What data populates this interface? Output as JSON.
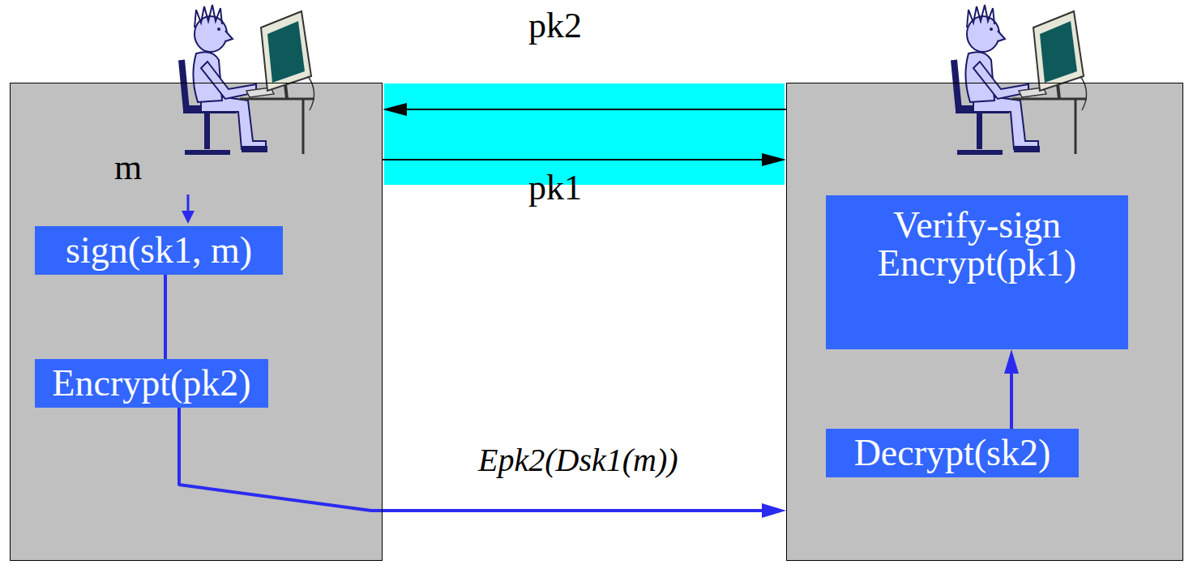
{
  "diagram": {
    "nodes": [
      {
        "text": [
          "m"
        ]
      },
      {
        "text": [
          "sign(sk1, m)"
        ],
        "in": 0
      },
      {
        "text": [
          "Encrypt(pk2)"
        ],
        "in": 0
      },
      {
        "text": []
      },
      {
        "text": [
          "Verify-sign Encrypt(pk1)"
        ],
        "in": 3
      },
      {
        "text": [
          "Decrypt(sk2)"
        ],
        "in": 3
      }
    ],
    "edges": [
      {
        "from": 3,
        "to": 0,
        "arrow": "to",
        "label": "pk2"
      },
      {
        "from": 0,
        "to": 3,
        "arrow": "to",
        "label": "pk1"
      },
      {
        "from": 1,
        "to": 2,
        "arrow": "none"
      },
      {
        "from": 2,
        "to": 3,
        "arrow": "to",
        "label": "Epk2(Dsk1(m))"
      },
      {
        "from": 5,
        "to": 4,
        "arrow": "to"
      }
    ]
  }
}
